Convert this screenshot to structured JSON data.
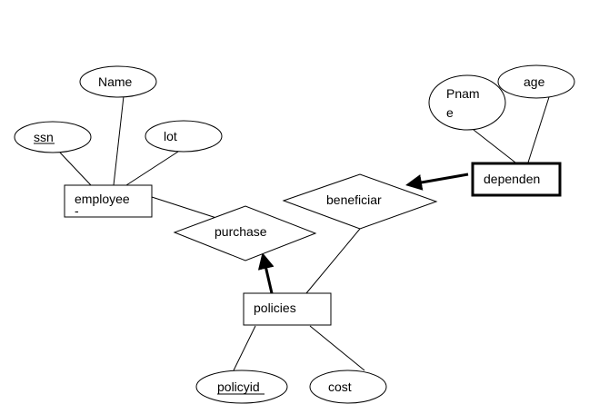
{
  "diagram": {
    "type": "er-diagram",
    "entities": [
      {
        "id": "employee",
        "label": "employee",
        "sublabel": "-",
        "weak": false
      },
      {
        "id": "policies",
        "label": "policies",
        "weak": false
      },
      {
        "id": "dependents",
        "label": "dependen",
        "weak": true
      }
    ],
    "relationships": [
      {
        "id": "purchaser",
        "label": "purchase"
      },
      {
        "id": "beneficiary",
        "label": "beneficiar"
      }
    ],
    "attributes": [
      {
        "id": "name",
        "label": "Name",
        "key": false,
        "of": "employee"
      },
      {
        "id": "ssn",
        "label": "ssn",
        "key": true,
        "of": "employee"
      },
      {
        "id": "lot",
        "label": "lot",
        "key": false,
        "of": "employee"
      },
      {
        "id": "pname",
        "label_line1": "Pnam",
        "label_line2": "e",
        "key": false,
        "of": "dependents"
      },
      {
        "id": "age",
        "label": "age",
        "key": false,
        "of": "dependents"
      },
      {
        "id": "policyid",
        "label": "policyid",
        "key": true,
        "of": "policies"
      },
      {
        "id": "cost",
        "label": "cost",
        "key": false,
        "of": "policies"
      }
    ],
    "connections": [
      {
        "from": "employee",
        "to": "purchaser",
        "style": "thin"
      },
      {
        "from": "policies",
        "to": "purchaser",
        "style": "thick-arrow"
      },
      {
        "from": "policies",
        "to": "beneficiary",
        "style": "thin"
      },
      {
        "from": "dependents",
        "to": "beneficiary",
        "style": "thick-arrow"
      }
    ]
  }
}
